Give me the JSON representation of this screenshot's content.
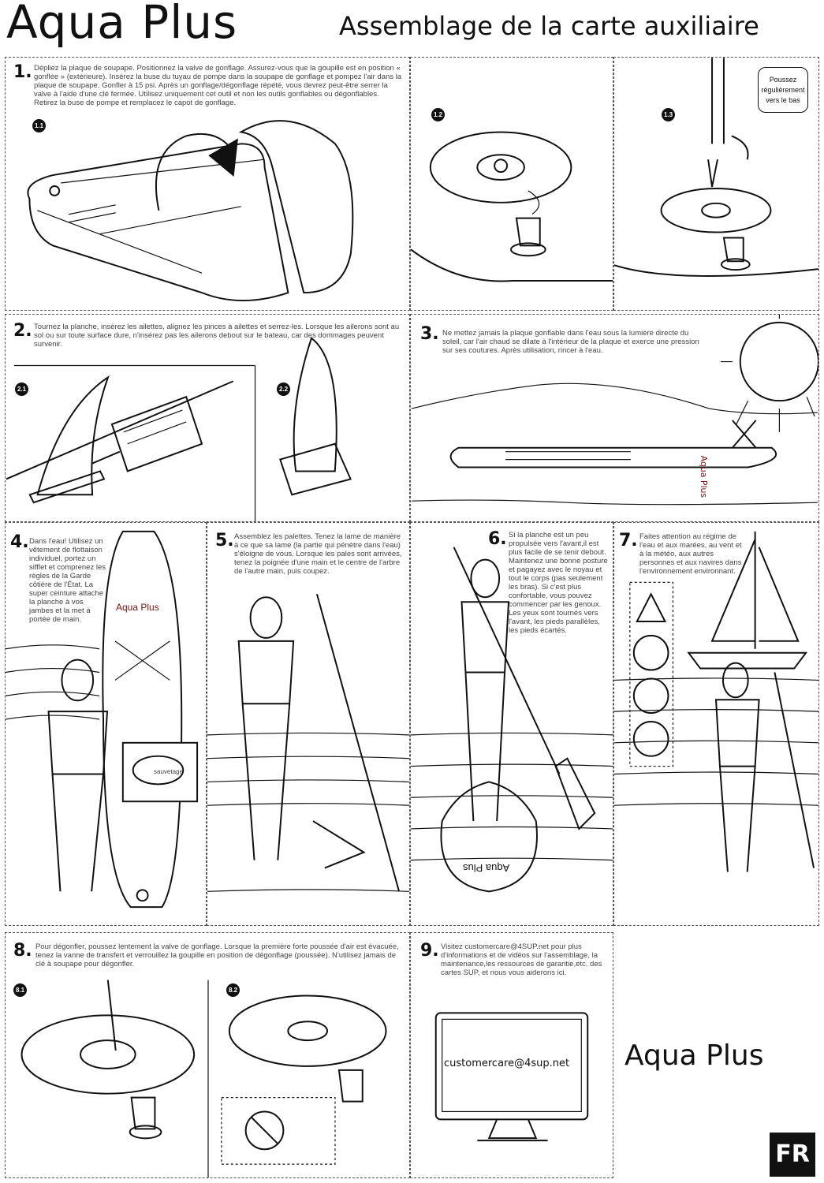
{
  "header": {
    "brand": "Aqua Plus",
    "title": "Assemblage de la carte auxiliaire"
  },
  "steps": {
    "s1": {
      "num": "1.",
      "text": "Dépliez la plaque de soupape. Positionnez la valve de gonflage. Assurez-vous que la goupille est en position « gonflée » (extérieure). Insérez la buse du tuyau de pompe dans la soupape de gonflage et pompez l'air dans la plaque de soupape. Gonfler à 15 psi. Après un gonflage/dégonflage répété, vous devrez peut-être serrer la valve à l'aide d'une clé fermée. Utilisez uniquement cet outil et non les outils gonflables ou dégonflables. Retirez la buse de pompe et remplacez le capot de gonflage.",
      "sub1": "1.1",
      "sub2": "1.2",
      "sub3": "1.3",
      "bubble": "Poussez régulièrement vers le bas"
    },
    "s2": {
      "num": "2.",
      "text": "Tournez la planche, insérez les ailettes, alignez les pinces à ailettes et serrez-les. Lorsque les ailerons sont au sol ou sur toute surface dure, n'insérez pas les ailerons debout sur le bateau, car des dommages peuvent survenir.",
      "sub1": "2.1",
      "sub2": "2.2"
    },
    "s3": {
      "num": "3.",
      "text": "Ne mettez jamais la plaque gonflable dans l'eau sous la lumière directe du soleil, car l'air chaud se dilate à l'intérieur de la plaque et exerce une pression sur ses coutures. Après utilisation, rincer à l'eau."
    },
    "s4": {
      "num": "4.",
      "text": "Dans l'eau! Utilisez un vêtement de flottaison individuel, portez un sifflet et comprenez les règles de la Garde côtière de l'État. La super ceinture attache la planche à vos jambes et la met à portée de main.",
      "board_label": "Aqua Plus",
      "tag": "sauvetage"
    },
    "s5": {
      "num": "5.",
      "text": "Assemblez les palettes. Tenez la lame de manière à ce que sa lame (la partie qui pénètre dans l'eau) s'éloigne de vous. Lorsque les pales sont arrivées, tenez la poignée d'une main et le centre de l'arbre de l'autre main, puis coupez."
    },
    "s6": {
      "num": "6.",
      "text": "Si la planche est un peu propulsée vers l'avant,il est plus facile de se tenir debout. Maintenez une bonne posture et pagayez avec le noyau et tout le corps (pas seulement les bras). Si c'est plus confortable, vous pouvez commencer par les genoux. Les yeux sont tournés vers l'avant, les pieds parallèles, les pieds écartés.",
      "board_label": "Aqua Plus"
    },
    "s7": {
      "num": "7.",
      "text": "Faites attention au régime de l'eau et aux marées, au vent et à la météo, aux autres personnes et aux navires dans l'environnement environnant."
    },
    "s8": {
      "num": "8.",
      "text": "Pour dégonfler, poussez lentement la valve de gonflage. Lorsque la première forte poussée d'air est évacuée, tenez la vanne de transfert et verrouillez la goupille en position de dégonflage (poussée). N'utilisez jamais de clé à soupape pour dégonfler.",
      "sub1": "8.1",
      "sub2": "8.2"
    },
    "s9": {
      "num": "9.",
      "text": "Visitez customercare@4SUP.net pour plus d'informations et de vidéos sur l'assemblage, la maintenance,les ressources de garantie,etc. des cartes SUP, et nous vous aiderons ici.",
      "email": "customercare@4sup.net"
    }
  },
  "footer": {
    "brand": "Aqua Plus",
    "lang": "FR"
  },
  "icons": [
    "warning-icon",
    "wave-icon",
    "wind-icon",
    "storm-cloud-icon",
    "sun-icon",
    "sailboat-icon"
  ]
}
